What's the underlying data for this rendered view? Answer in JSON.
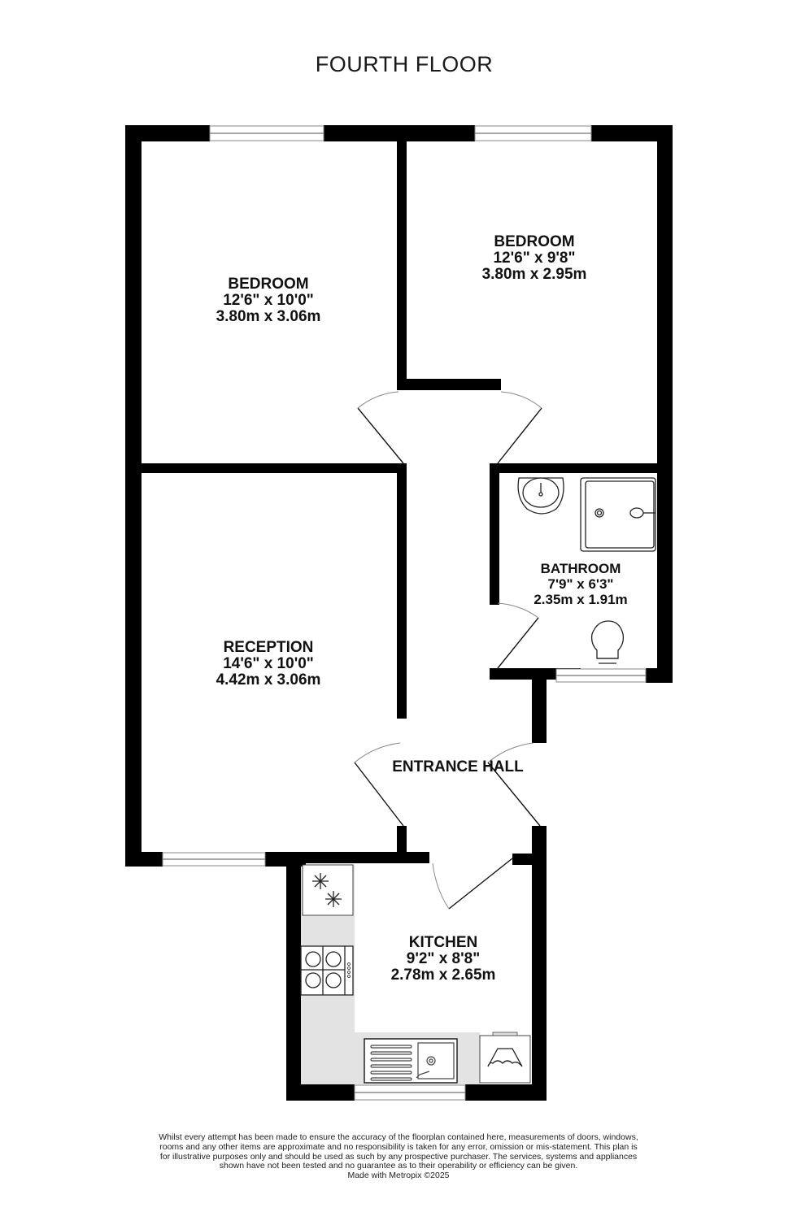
{
  "floor": {
    "title": "FOURTH FLOOR"
  },
  "rooms": [
    {
      "id": "bedroom-1",
      "name": "BEDROOM",
      "imperial": "12'6\"  x 10'0\"",
      "metric": "3.80m  x 3.06m"
    },
    {
      "id": "bedroom-2",
      "name": "BEDROOM",
      "imperial": "12'6\"  x 9'8\"",
      "metric": "3.80m  x 2.95m"
    },
    {
      "id": "bathroom",
      "name": "BATHROOM",
      "imperial": "7'9\"  x 6'3\"",
      "metric": "2.35m  x 1.91m"
    },
    {
      "id": "reception",
      "name": "RECEPTION",
      "imperial": "14'6\"  x 10'0\"",
      "metric": "4.42m  x 3.06m"
    },
    {
      "id": "entrance-hall",
      "name": "ENTRANCE HALL"
    },
    {
      "id": "kitchen",
      "name": "KITCHEN",
      "imperial": "9'2\"  x 8'8\"",
      "metric": "2.78m  x 2.65m"
    }
  ],
  "fixtures": [
    "washbasin-icon",
    "shower-tray-icon",
    "toilet-icon",
    "fridge-freezer-icon",
    "hob-icon",
    "sink-icon",
    "washing-machine-icon"
  ],
  "colors": {
    "wall": "#000000",
    "worktop": "#e3e3e3",
    "window": "#8a8a8a",
    "background": "#ffffff"
  },
  "disclaimer": {
    "text": "Whilst every attempt has been made to ensure the accuracy of the floorplan contained here, measurements of doors, windows, rooms and any other items are approximate and no responsibility is taken for any error, omission or mis-statement. This plan is for illustrative purposes only and should be used as such by any prospective purchaser. The services, systems and appliances shown have not been tested and no guarantee as to their operability or efficiency can be given.",
    "credit": "Made with Metropix ©2025"
  }
}
